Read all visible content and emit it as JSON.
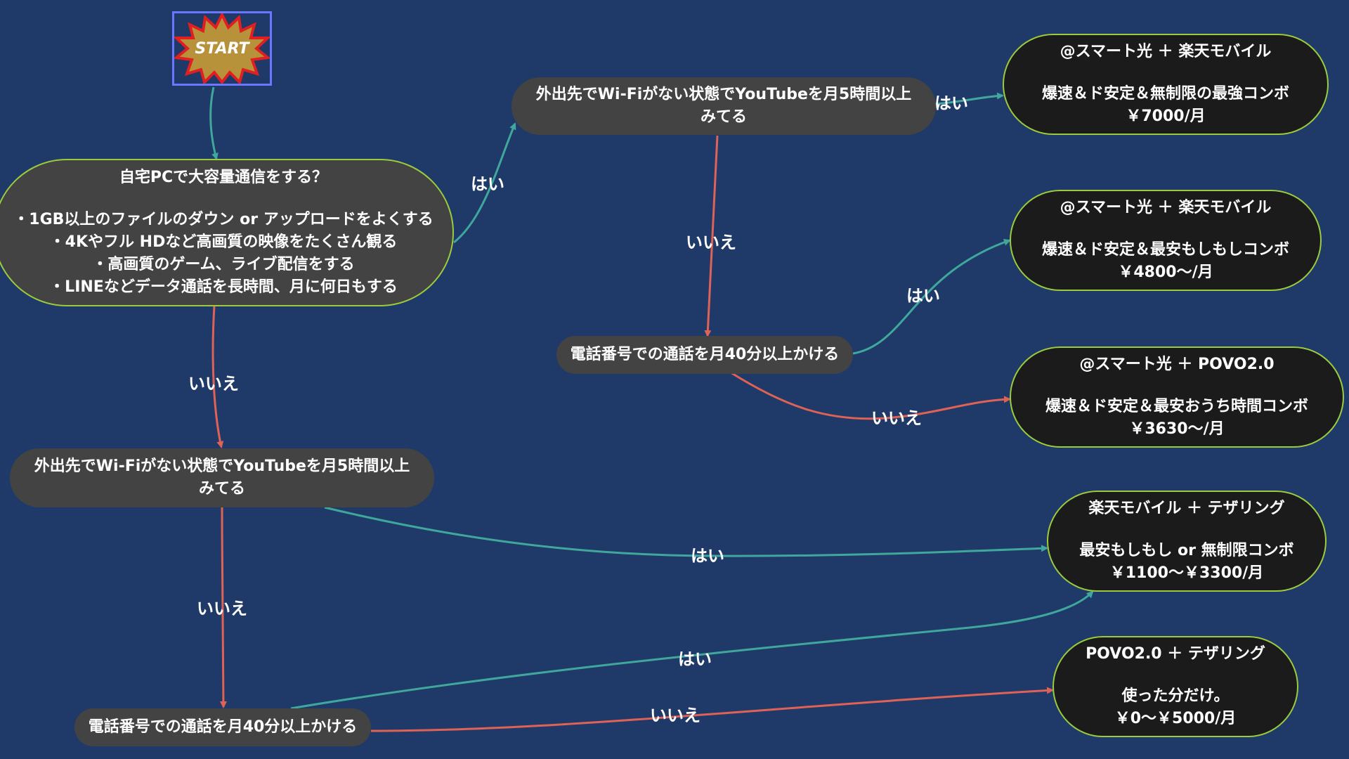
{
  "start": {
    "label": "START"
  },
  "questions": {
    "q1": {
      "lines": [
        "自宅PCで大容量通信をする？",
        "",
        "・1GB以上のファイルのダウン or アップロードをよくする",
        "・4Kやフル HDなど高画質の映像をたくさん観る",
        "・高画質のゲーム、ライブ配信をする",
        "・LINEなどデータ通話を長時間、月に何日もする"
      ]
    },
    "q2_top": {
      "lines": [
        "外出先でWi-Fiがない状態でYouTubeを月5時間以上",
        "みてる"
      ]
    },
    "q2_bottom": {
      "lines": [
        "外出先でWi-Fiがない状態でYouTubeを月5時間以上",
        "みてる"
      ]
    },
    "q3_top": {
      "lines": [
        "電話番号での通話を月40分以上かける"
      ]
    },
    "q3_bottom": {
      "lines": [
        "電話番号での通話を月40分以上かける"
      ]
    }
  },
  "results": {
    "r1": {
      "lines": [
        "@スマート光 ＋ 楽天モバイル",
        "",
        "爆速＆ド安定＆無制限の最強コンボ",
        "￥7000/月"
      ]
    },
    "r2": {
      "lines": [
        "@スマート光 ＋ 楽天モバイル",
        "",
        "爆速＆ド安定＆最安もしもしコンボ",
        "￥4800～/月"
      ]
    },
    "r3": {
      "lines": [
        "@スマート光 ＋ POVO2.0",
        "",
        "爆速＆ド安定＆最安おうち時間コンボ",
        "￥3630～/月"
      ]
    },
    "r4": {
      "lines": [
        "楽天モバイル ＋ テザリング",
        "",
        "最安もしもし or 無制限コンボ",
        "￥1100～￥3300/月"
      ]
    },
    "r5": {
      "lines": [
        "POVO2.0 ＋ テザリング",
        "",
        "使った分だけ。",
        "￥0～￥5000/月"
      ]
    }
  },
  "edge_labels": {
    "q1_yes": "はい",
    "q1_no": "いいえ",
    "q2t_yes": "はい",
    "q2t_no": "いいえ",
    "q3t_yes": "はい",
    "q3t_no": "いいえ",
    "q2b_yes": "はい",
    "q2b_no": "いいえ",
    "q3b_yes": "はい",
    "q3b_no": "いいえ"
  },
  "colors": {
    "background": "#1f3a68",
    "yes_edge": "#3fa79b",
    "no_edge": "#de6255",
    "question_fill": "#434343",
    "result_fill": "#1b1b1b",
    "result_border": "#9ccc3c",
    "start_fill": "#b8923a",
    "start_border": "#e02020"
  }
}
